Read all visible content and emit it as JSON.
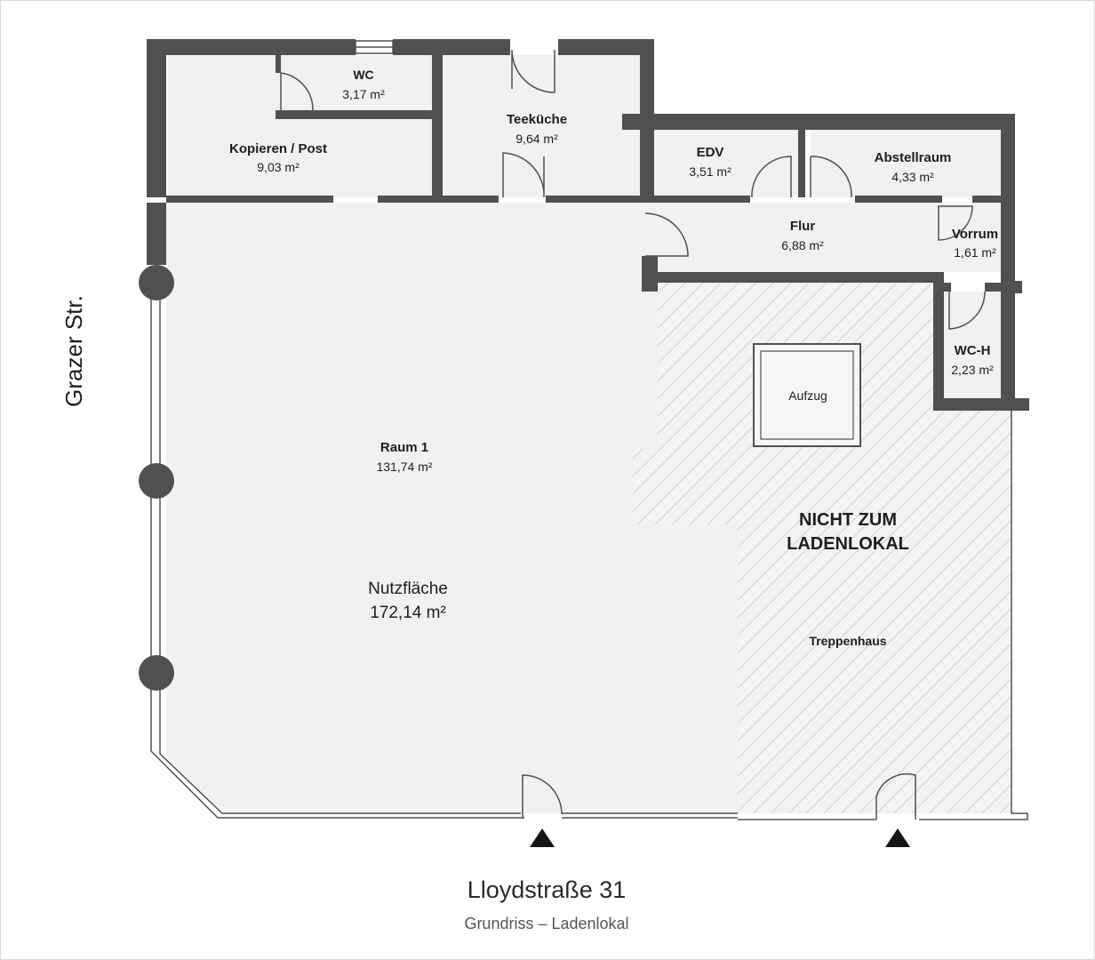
{
  "plan": {
    "street_side": "Grazer Str.",
    "title": "Lloydstraße 31",
    "subtitle": "Grundriss – Ladenlokal",
    "colors": {
      "wall": "#505050",
      "floor": "#f1f1f1",
      "excluded_hatch": "#cdcdcd",
      "text": "#1e1e1e"
    }
  },
  "rooms": [
    {
      "id": "wc",
      "name": "WC",
      "area": "3,17 m²"
    },
    {
      "id": "kopieren",
      "name": "Kopieren / Post",
      "area": "9,03 m²"
    },
    {
      "id": "teekueche",
      "name": "Teeküche",
      "area": "9,64 m²"
    },
    {
      "id": "edv",
      "name": "EDV",
      "area": "3,51 m²"
    },
    {
      "id": "abstellraum",
      "name": "Abstellraum",
      "area": "4,33 m²"
    },
    {
      "id": "flur",
      "name": "Flur",
      "area": "6,88 m²"
    },
    {
      "id": "vorrum",
      "name": "Vorrum",
      "area": "1,61 m²"
    },
    {
      "id": "wc-h",
      "name": "WC-H",
      "area": "2,23 m²"
    },
    {
      "id": "raum1",
      "name": "Raum 1",
      "area": "131,74 m²"
    }
  ],
  "summary": {
    "label": "Nutzfläche",
    "area": "172,14 m²"
  },
  "excluded_zone": {
    "line1": "NICHT ZUM",
    "line2": "LADENLOKAL",
    "stair": "Treppenhaus",
    "elevator": "Aufzug"
  }
}
